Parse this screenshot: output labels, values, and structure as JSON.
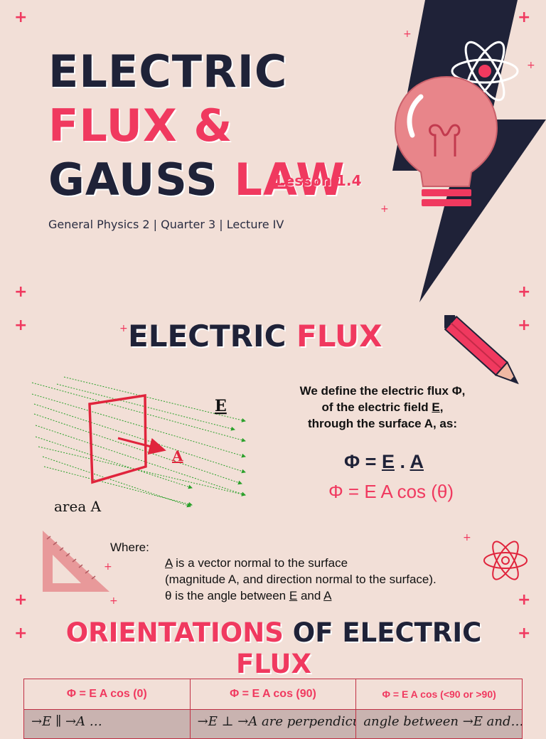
{
  "title": {
    "line1": "ELECTRIC",
    "line2": "FLUX &",
    "line3_a": "GAUSS",
    "line3_b": "LAW",
    "lesson": "Lesson 1.4",
    "subtitle": "General Physics 2 | Quarter 3 | Lecture IV"
  },
  "flux_section": {
    "heading_a": "ELECTRIC",
    "heading_b": "FLUX",
    "diagram": {
      "field_label": "E",
      "vector_label": "A",
      "area_label": "area A"
    },
    "definition": {
      "line1": "We define the electric flux Φ,",
      "line2_a": "of the electric field",
      "line2_b": "E",
      "line2_c": ",",
      "line3": "through the surface A, as:"
    },
    "equation1": {
      "lhs": "Φ =",
      "e": "E",
      "dot": ".",
      "a": "A"
    },
    "equation2": "Φ = E A cos (θ)"
  },
  "where": {
    "label": "Where:",
    "line1_a": "A",
    "line1_b": "is a vector normal to the surface",
    "line2": "(magnitude A, and direction normal to the surface).",
    "line3_a": "θ is the angle between",
    "line3_e": "E",
    "line3_and": "and",
    "line3_a2": "A"
  },
  "orientations": {
    "heading_a": "ORIENTATIONS",
    "heading_b": "OF ELECTRIC",
    "heading_c": "FLUX",
    "columns": [
      "Φ = E A cos (0)",
      "Φ = E A cos (90)",
      "Φ = E A cos (<90 or >90)"
    ],
    "row": [
      "→E ∥ →A …",
      "→E ⊥ →A are perpendicu…",
      "angle between →E and…"
    ]
  },
  "colors": {
    "background": "#f2dfd7",
    "navy": "#1f2238",
    "accent": "#f0395f"
  }
}
